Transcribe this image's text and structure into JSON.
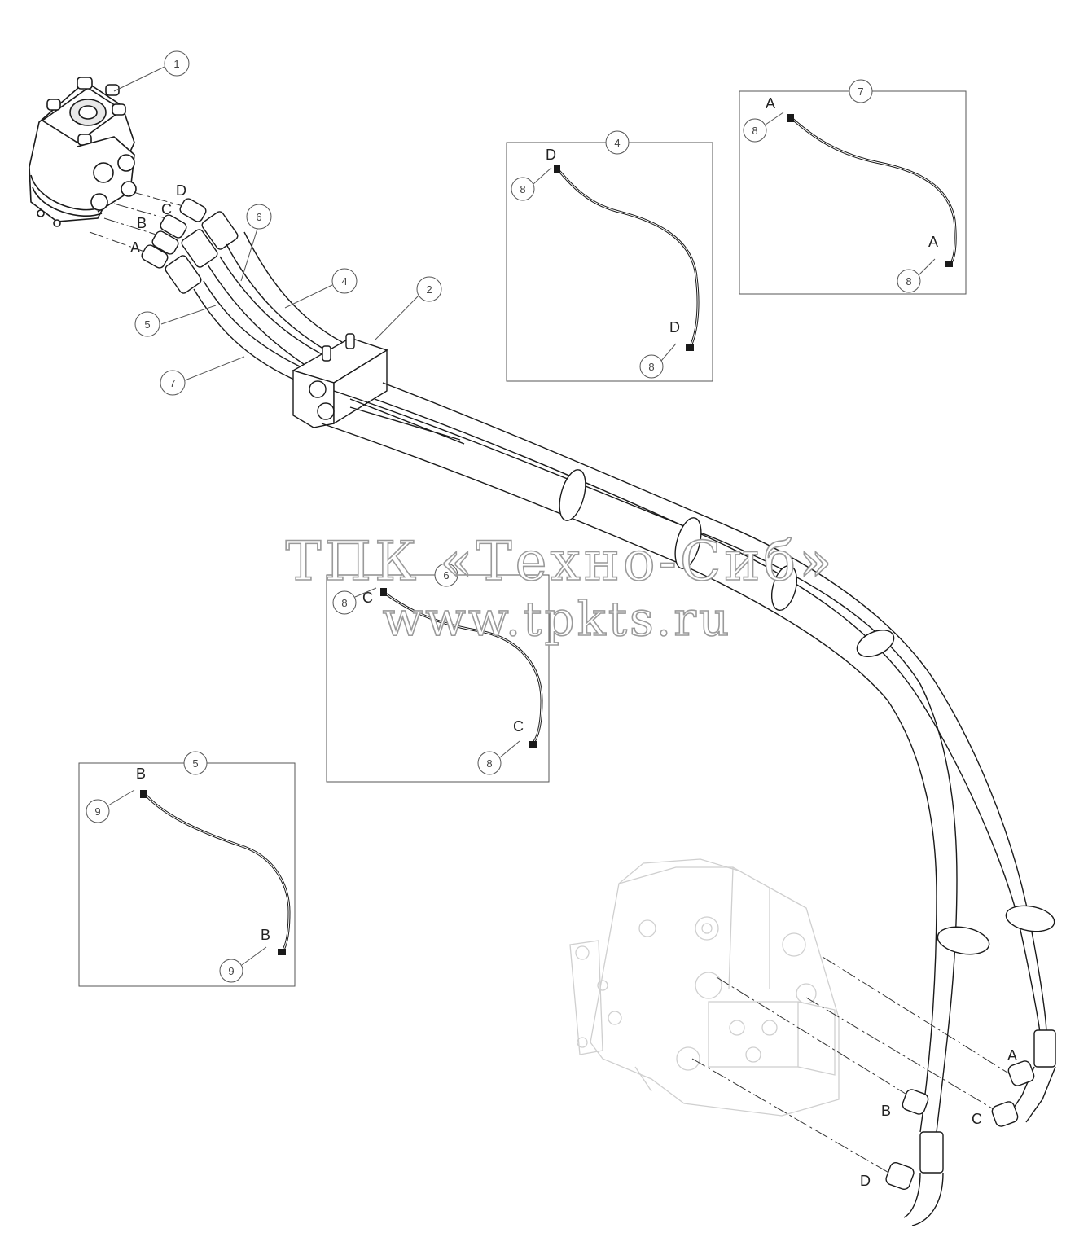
{
  "watermark": {
    "line1": "ТПК «Техно-Сиб»",
    "line2": "www.tpkts.ru"
  },
  "main": {
    "callouts": [
      "1",
      "2",
      "4",
      "5",
      "6",
      "7"
    ],
    "port_labels_top": [
      "A",
      "B",
      "C",
      "D"
    ],
    "port_labels_bottom": [
      "A",
      "B",
      "C",
      "D"
    ]
  },
  "detail_views": [
    {
      "title": "4",
      "end_top": "D",
      "end_bottom": "D",
      "fitting": "8"
    },
    {
      "title": "7",
      "end_top": "A",
      "end_bottom": "A",
      "fitting": "8"
    },
    {
      "title": "6",
      "end_top": "C",
      "end_bottom": "C",
      "fitting": "8"
    },
    {
      "title": "5",
      "end_top": "B",
      "end_bottom": "B",
      "fitting": "9"
    }
  ],
  "colors": {
    "line": "#1a1a1a",
    "ghost": "#cfcfcf",
    "frame": "#555555"
  }
}
